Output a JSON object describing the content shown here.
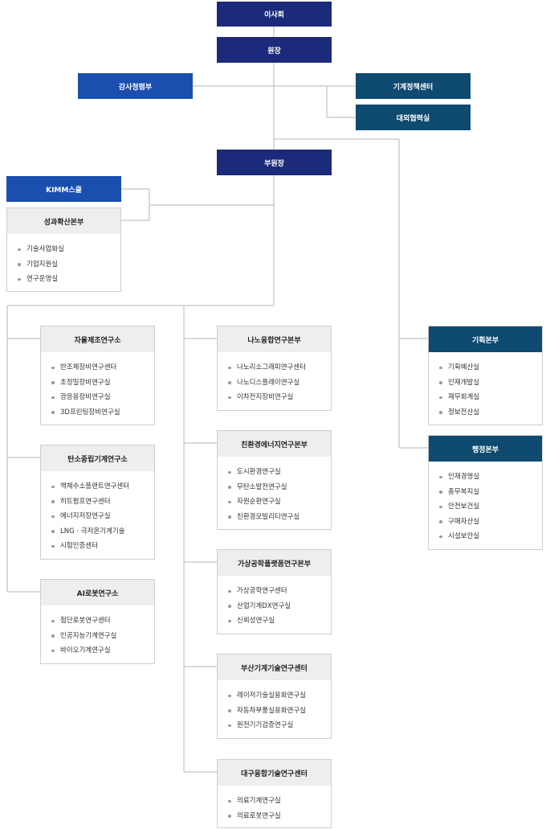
{
  "board": "이사회",
  "president": "원장",
  "audit": "감사청렴부",
  "policy_center": "기계정책센터",
  "cooperation": "대외협력실",
  "vice_president": "부원장",
  "kimm_school": "KIMM스쿨",
  "performance": {
    "title": "성과확산본부",
    "items": [
      "기술사업화실",
      "기업지원실",
      "연구운영실"
    ]
  },
  "left_column": [
    {
      "title": "자율제조연구소",
      "items": [
        "반조체장비연구센터",
        "초정밀장비연구실",
        "광응용장비연구실",
        "3D프린팅장비연구실"
      ]
    },
    {
      "title": "탄소중립기계연구소",
      "items": [
        "액체수소플랜트연구센터",
        "히트펌프연구센터",
        "에너지저장연구실",
        "LNG · 극저온기계기술",
        "시험인증센터"
      ]
    },
    {
      "title": "AI로봇연구소",
      "items": [
        "첨단로봇연구센터",
        "인공지능기계연구실",
        "바이오기계연구실"
      ]
    }
  ],
  "center_column": [
    {
      "title": "나노융합연구본부",
      "items": [
        "나노리소그래피연구센터",
        "나노디스플레이연구실",
        "이차전지장비연구실"
      ]
    },
    {
      "title": "친환경에너지연구본부",
      "items": [
        "도시환경연구실",
        "무탄소발전연구실",
        "자원순환연구실",
        "친환경모빌리티연구실"
      ]
    },
    {
      "title": "가상공학플랫폼연구본부",
      "items": [
        "가상공학연구센터",
        "산업기계DX연구실",
        "신뢰성연구실"
      ]
    },
    {
      "title": "부산기계기술연구센터",
      "items": [
        "레이저기술실용화연구실",
        "자동차부품실용화연구실",
        "원전기기검증연구실"
      ]
    },
    {
      "title": "대구융합기술연구센터",
      "items": [
        "의료기계연구실",
        "의료로봇연구실"
      ]
    }
  ],
  "right_column": [
    {
      "title": "기획본부",
      "items": [
        "기획예산실",
        "인재개발실",
        "재무회계실",
        "정보전산실"
      ]
    },
    {
      "title": "행정본부",
      "items": [
        "인재경영실",
        "총무복지실",
        "안전보건실",
        "구매자산실",
        "시설보안실"
      ]
    }
  ],
  "colors": {
    "navy": "#1b2a7a",
    "blue": "#1a4fb0",
    "teal": "#0f4a70",
    "header_gray": "#eeeeee",
    "line": "#b5b5b5"
  }
}
